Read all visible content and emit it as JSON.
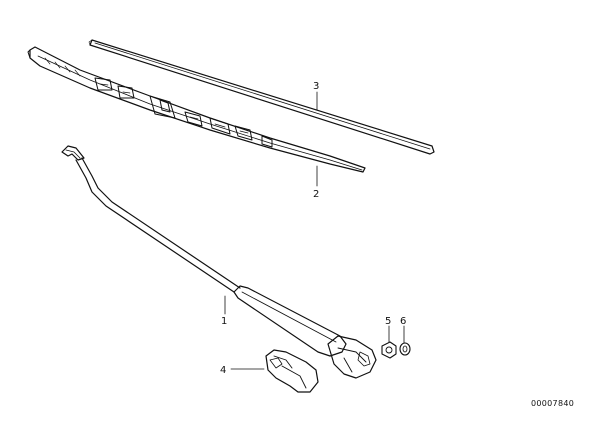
{
  "diagram": {
    "callouts": [
      {
        "id": "c1",
        "label": "1"
      },
      {
        "id": "c2",
        "label": "2"
      },
      {
        "id": "c3",
        "label": "3"
      },
      {
        "id": "c4",
        "label": "4"
      },
      {
        "id": "c5",
        "label": "5"
      },
      {
        "id": "c6",
        "label": "6"
      }
    ],
    "document_number": "00007840"
  }
}
